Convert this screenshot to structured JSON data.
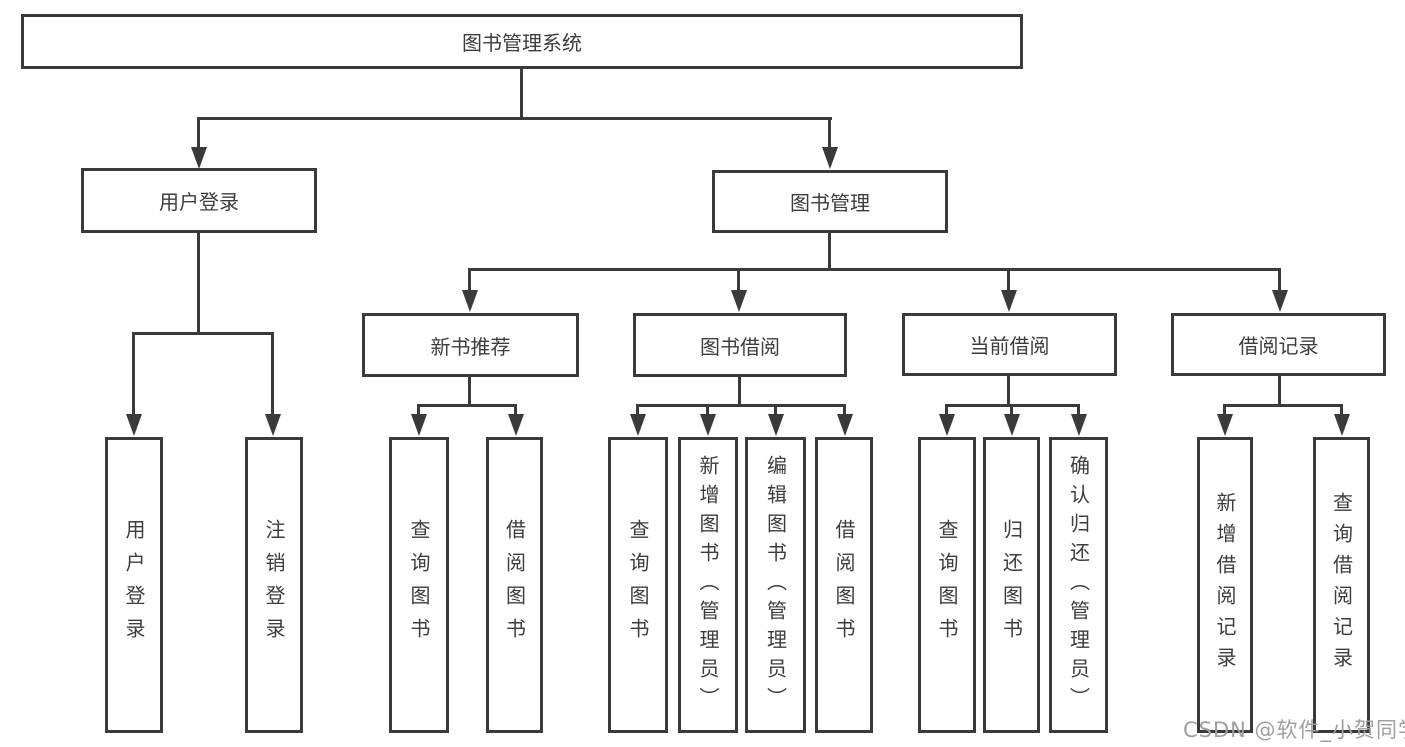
{
  "tree": {
    "label": "图书管理系统",
    "children": [
      {
        "label": "用户登录",
        "children": [
          {
            "label": "用户登录"
          },
          {
            "label": "注销登录"
          }
        ]
      },
      {
        "label": "图书管理",
        "children": [
          {
            "label": "新书推荐",
            "children": [
              {
                "label": "查询图书"
              },
              {
                "label": "借阅图书"
              }
            ]
          },
          {
            "label": "图书借阅",
            "children": [
              {
                "label": "查询图书"
              },
              {
                "label": "新增图书（管理员）"
              },
              {
                "label": "编辑图书（管理员）"
              },
              {
                "label": "借阅图书"
              }
            ]
          },
          {
            "label": "当前借阅",
            "children": [
              {
                "label": "查询图书"
              },
              {
                "label": "归还图书"
              },
              {
                "label": "确认归还（管理员）"
              }
            ]
          },
          {
            "label": "借阅记录",
            "children": [
              {
                "label": "新增借阅记录"
              },
              {
                "label": "查询借阅记录"
              }
            ]
          }
        ]
      }
    ]
  },
  "watermark": "CSDN @软件_小贺同学",
  "colors": {
    "line": "#3a3a3a",
    "text": "#3d3d3d",
    "box_fill": "#ffffff",
    "watermark": "#9f9f9f"
  }
}
